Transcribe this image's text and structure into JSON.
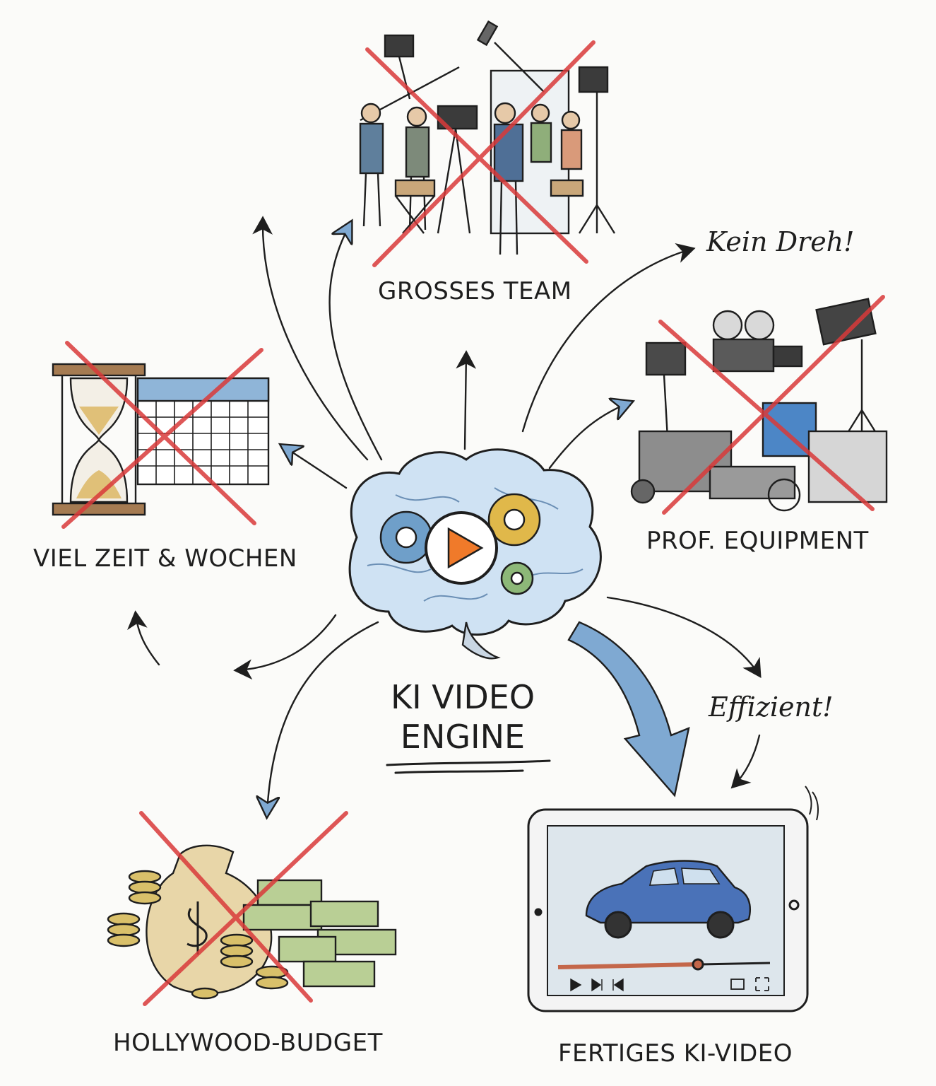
{
  "center": {
    "title_line1": "KI VIDEO",
    "title_line2": "ENGINE",
    "icon": "brain-gears-play-icon"
  },
  "nodes": [
    {
      "id": "team",
      "label": "GROSSES TEAM",
      "icon": "film-crew-icon",
      "crossed": true
    },
    {
      "id": "equipment",
      "label": "PROF. EQUIPMENT",
      "icon": "film-equipment-icon",
      "crossed": true
    },
    {
      "id": "time",
      "label": "VIEL ZEIT & WOCHEN",
      "icon": "hourglass-calendar-icon",
      "crossed": true
    },
    {
      "id": "budget",
      "label": "HOLLYWOOD-BUDGET",
      "icon": "money-bag-icon",
      "crossed": true
    },
    {
      "id": "video",
      "label": "FERTIGES KI-VIDEO",
      "icon": "tablet-video-icon",
      "crossed": false
    }
  ],
  "notes": {
    "kein_dreh": "Kein Dreh!",
    "effizient": "Effizient!"
  },
  "colors": {
    "ink": "#1e1e1e",
    "cross": "#d93a3a",
    "arrow_blue": "#6f9fc9",
    "brain_blue": "#9ec3e6",
    "play_orange": "#f07a2a",
    "gear_yellow": "#e0b84a",
    "gear_green": "#8db878"
  }
}
